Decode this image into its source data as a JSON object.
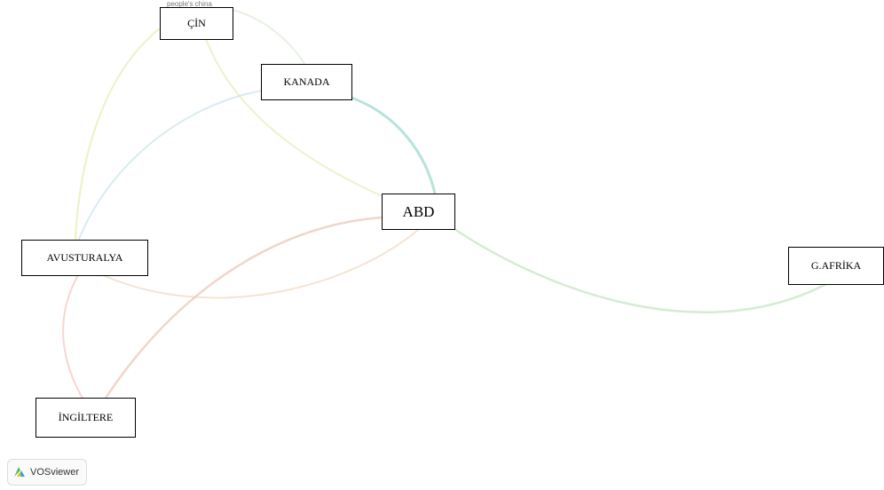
{
  "nodes": {
    "cin": "ÇİN",
    "kanada": "KANADA",
    "abd": "ABD",
    "avusturalya": "AVUSTURALYA",
    "gafrika": "G.AFRİKA",
    "ingiltere": "İNGİLTERE"
  },
  "hidden_label": "people's china",
  "footer": {
    "brand": "VOSviewer"
  },
  "colors": {
    "green": "#9fd49a",
    "teal": "#7ecbc0",
    "yellow": "#e3e79a",
    "pink": "#f0b3aa",
    "lightblue": "#b9dbe6"
  }
}
